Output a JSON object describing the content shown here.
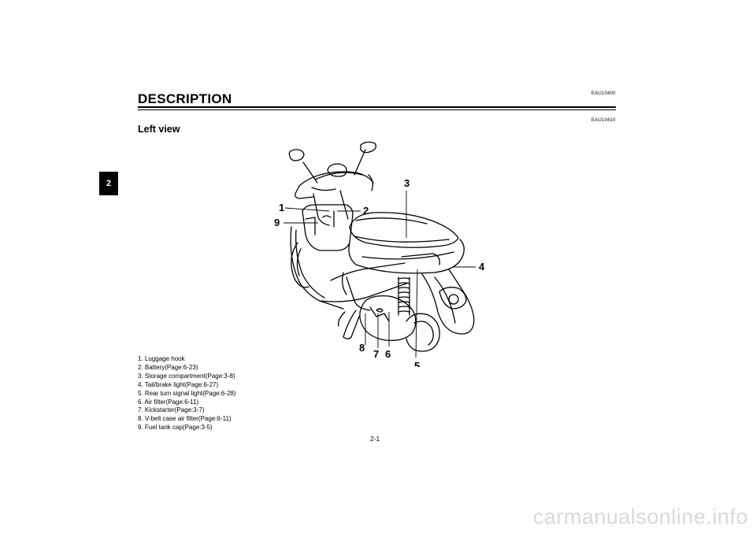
{
  "page": {
    "chapter_tab": "2",
    "section_code": "EAU10400",
    "title": "DESCRIPTION",
    "subsection_code": "EAU10410",
    "subtitle": "Left view",
    "page_number": "2-1",
    "watermark": "carmanualsonline.info"
  },
  "figure": {
    "callouts": [
      "1",
      "2",
      "3",
      "4",
      "5",
      "6",
      "7",
      "8",
      "9"
    ]
  },
  "legend": [
    "1. Luggage hook",
    "2. Battery(Page:6-23)",
    "3. Storage compartment(Page:3-8)",
    "4. Tail/brake light(Page:6-27)",
    "5. Rear turn signal light(Page:6-28)",
    "6. Air filter(Page:6-11)",
    "7. Kickstarter(Page:3-7)",
    "8. V-belt case air filter(Page:6-11)",
    "9. Fuel tank cap(Page:3-5)"
  ]
}
